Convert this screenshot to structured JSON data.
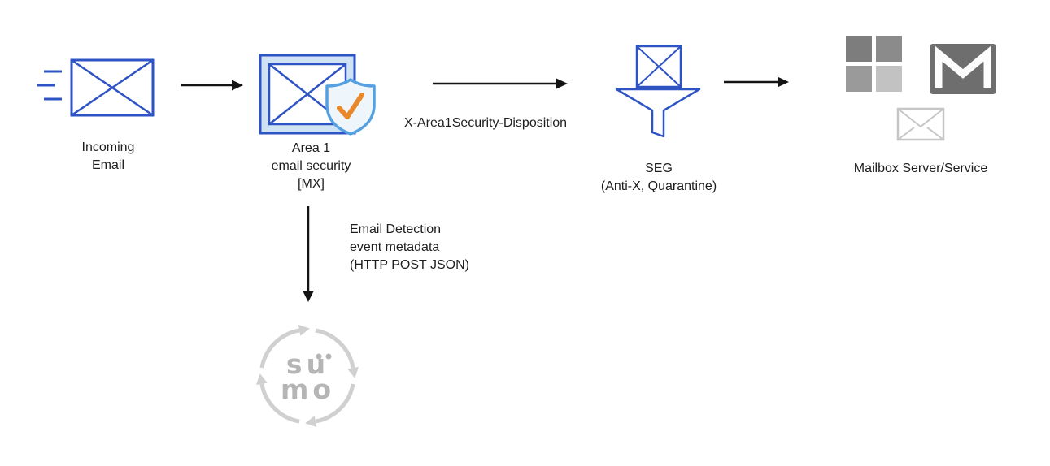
{
  "nodes": {
    "incoming_email": {
      "label": "Incoming\nEmail"
    },
    "area1": {
      "label": "Area 1\nemail security\n[MX]"
    },
    "seg": {
      "label": "SEG\n(Anti-X, Quarantine)"
    },
    "mailbox": {
      "label": "Mailbox Server/Service"
    },
    "sumo_logic": {
      "wordmark_top": "su",
      "wordmark_bottom": "mo"
    }
  },
  "edges": {
    "area1_to_seg": {
      "label": "X-Area1Security-Disposition"
    },
    "area1_to_sumo": {
      "label": "Email Detection\nevent metadata\n(HTTP POST JSON)"
    }
  },
  "icons": {
    "incoming": "incoming-envelope-icon",
    "area1": "envelope-shield-check-icon",
    "seg": "envelope-funnel-icon",
    "mailbox": [
      "microsoft-logo-icon",
      "gmail-icon",
      "processed-envelope-icon"
    ],
    "sumo": "sumo-logic-logo-icon"
  },
  "colors": {
    "envelope_blue": "#2d53c5",
    "envelope_fill_light": "#cfe3f4",
    "shield_blue": "#54a0e0",
    "shield_fill": "#eef6fc",
    "check_orange": "#e8882a",
    "arrow_black": "#141414",
    "label_text": "#1e1e1e",
    "sumo_gray": "#d0d0d0",
    "sumo_text_gray": "#b5b5b5",
    "ms_square_1": "#7d7d7d",
    "ms_square_2": "#8b8b8b",
    "ms_square_3": "#9a9a9a",
    "ms_square_4": "#c2c2c2",
    "gmail_gray": "#6e6e6e",
    "processed_envelope_gray": "#c6c6c6"
  }
}
